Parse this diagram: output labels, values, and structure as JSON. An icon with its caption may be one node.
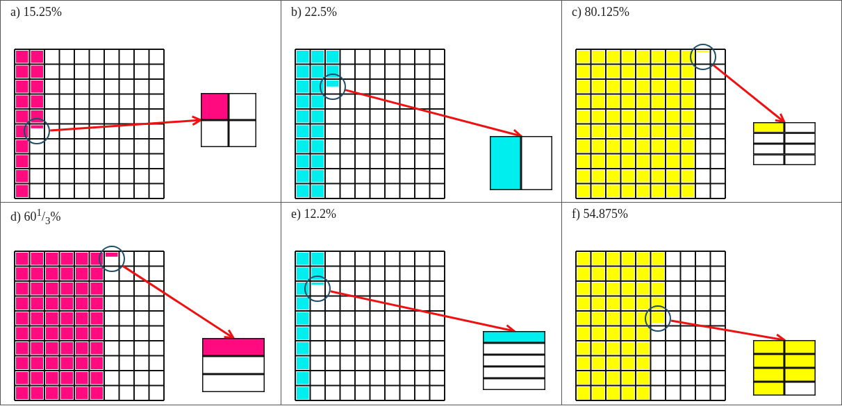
{
  "diagram": {
    "nodes": [
      {
        "text": [
          "a) 15.25%"
        ]
      },
      {
        "text": [],
        "shape": "circle",
        "in": 0
      },
      {
        "text": [],
        "shape": "box",
        "in": 0
      },
      {
        "text": [
          "b) 22.5%"
        ]
      },
      {
        "text": [],
        "shape": "circle",
        "in": 3
      },
      {
        "text": [],
        "shape": "box",
        "in": 3
      },
      {
        "text": [
          "c) 80.125%"
        ]
      },
      {
        "text": [],
        "shape": "circle",
        "in": 6
      },
      {
        "text": [],
        "shape": "box",
        "in": 6
      },
      {
        "text": [
          "d) 60$^{1}$/$_{3}$%"
        ]
      },
      {
        "text": [],
        "shape": "circle",
        "in": 9
      },
      {
        "text": [],
        "shape": "box",
        "in": 9
      },
      {
        "text": [
          "e) 12.2%"
        ]
      },
      {
        "text": [],
        "shape": "circle",
        "in": 12
      },
      {
        "text": [],
        "shape": "box",
        "in": 12
      },
      {
        "text": [
          "f) 54.875%"
        ]
      },
      {
        "text": [],
        "shape": "circle",
        "in": 15
      },
      {
        "text": [],
        "shape": "box",
        "in": 15
      }
    ],
    "edges": [
      {
        "from": 1,
        "to": 2,
        "arrow": "to"
      },
      {
        "from": 4,
        "to": 5,
        "arrow": "to"
      },
      {
        "from": 7,
        "to": 8,
        "arrow": "to"
      },
      {
        "from": 10,
        "to": 11,
        "arrow": "to"
      },
      {
        "from": 13,
        "to": 14,
        "arrow": "to"
      },
      {
        "from": 16,
        "to": 17,
        "arrow": "to"
      }
    ]
  }
}
